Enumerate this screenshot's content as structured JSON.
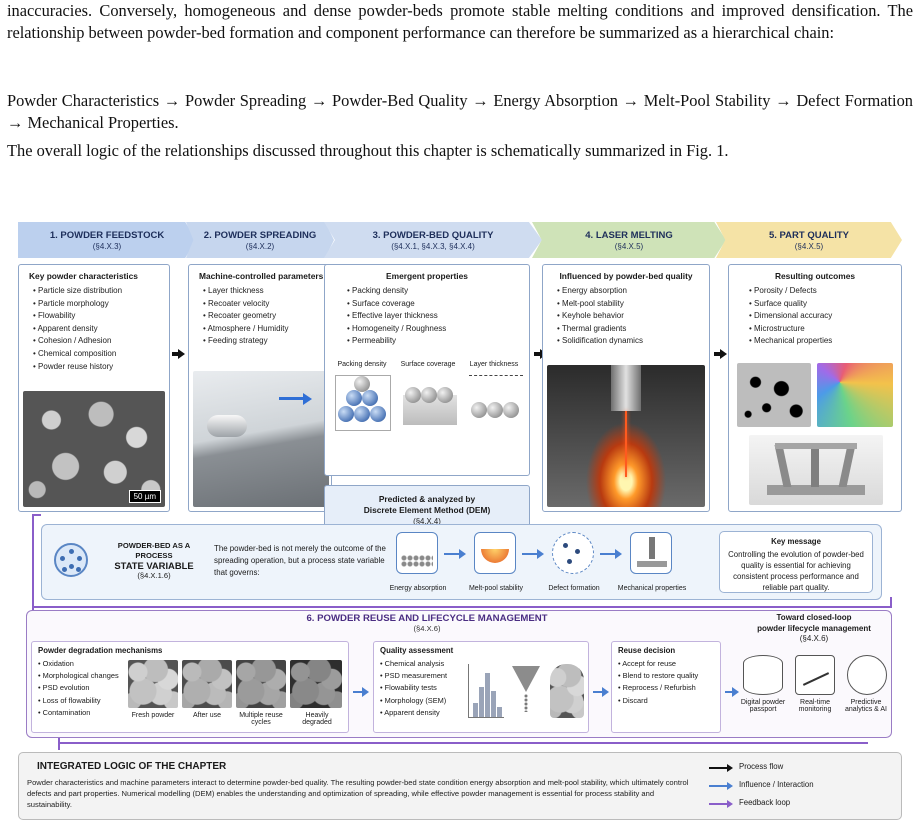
{
  "text": {
    "p1": "inaccuracies. Conversely, homogeneous and dense powder-beds promote stable melting conditions and improved densification. The relationship between powder-bed formation and component performance can therefore be summarized as a hierarchical chain:",
    "p2": "Powder Characteristics → Powder Spreading → Powder-Bed Quality → Energy Absorption → Melt-Pool Stability → Defect Formation → Mechanical Properties.",
    "p3": "The overall logic of the relationships discussed throughout this chapter is schematically summarized in Fig. 1."
  },
  "figure": {
    "stages": [
      {
        "title": "1. POWDER FEEDSTOCK",
        "ref": "(§4.X.3)",
        "color": "#bcd0ee"
      },
      {
        "title": "2. POWDER SPREADING",
        "ref": "(§4.X.2)",
        "color": "#c6d6ee"
      },
      {
        "title": "3. POWDER-BED QUALITY",
        "ref": "(§4.X.1, §4.X.3, §4.X.4)",
        "color": "#cfdcf0"
      },
      {
        "title": "4. LASER MELTING",
        "ref": "(§4.X.5)",
        "color": "#cfe3b8"
      },
      {
        "title": "5. PART QUALITY",
        "ref": "(§4.X.5)",
        "color": "#f5e3a6"
      }
    ],
    "feedstock": {
      "heading": "Key powder characteristics",
      "items": [
        "Particle size distribution",
        "Particle morphology",
        "Flowability",
        "Apparent density",
        "Cohesion / Adhesion",
        "Chemical composition",
        "Powder reuse history"
      ],
      "scale": "50 µm"
    },
    "spreading": {
      "heading": "Machine-controlled parameters",
      "items": [
        "Layer thickness",
        "Recoater velocity",
        "Recoater geometry",
        "Atmosphere / Humidity",
        "Feeding strategy"
      ]
    },
    "bed": {
      "heading": "Emergent properties",
      "items": [
        "Packing density",
        "Surface coverage",
        "Effective layer thickness",
        "Homogeneity / Roughness",
        "Permeability"
      ],
      "captions": [
        "Packing density",
        "Surface coverage",
        "Layer thickness"
      ]
    },
    "dem": {
      "line1": "Predicted & analyzed by",
      "line2": "Discrete Element Method (DEM)",
      "ref": "(§4.X.4)"
    },
    "melting": {
      "heading": "Influenced by powder-bed quality",
      "items": [
        "Energy absorption",
        "Melt-pool stability",
        "Keyhole behavior",
        "Thermal gradients",
        "Solidification dynamics"
      ]
    },
    "part": {
      "heading": "Resulting outcomes",
      "items": [
        "Porosity / Defects",
        "Surface quality",
        "Dimensional accuracy",
        "Microstructure",
        "Mechanical properties"
      ]
    },
    "state": {
      "title1": "POWDER-BED AS A",
      "title2": "PROCESS",
      "title3": "STATE VARIABLE",
      "ref": "(§4.X.1.6)",
      "text": "The powder-bed is not merely the outcome of the spreading operation, but a process state variable that governs:",
      "chips": [
        "Energy absorption",
        "Melt-pool stability",
        "Defect formation",
        "Mechanical properties"
      ],
      "key_title": "Key message",
      "key_text": "Controlling the evolution of powder-bed quality is essential for achieving consistent process performance and reliable part quality."
    },
    "lifecycle": {
      "title": "6. POWDER REUSE AND LIFECYCLE MANAGEMENT",
      "ref": "(§4.X.6)",
      "degradation_heading": "Powder degradation mechanisms",
      "degradation_items": [
        "Oxidation",
        "Morphological changes",
        "PSD evolution",
        "Loss of flowability",
        "Contamination"
      ],
      "degradation_captions": [
        "Fresh powder",
        "After use",
        "Multiple reuse cycles",
        "Heavily degraded"
      ],
      "quality_heading": "Quality assessment",
      "quality_items": [
        "Chemical analysis",
        "PSD measurement",
        "Flowability tests",
        "Morphology (SEM)",
        "Apparent density"
      ],
      "reuse_heading": "Reuse decision",
      "reuse_items": [
        "Accept for reuse",
        "Blend to restore quality",
        "Reprocess / Refurbish",
        "Discard"
      ],
      "closed_title1": "Toward closed-loop",
      "closed_title2": "powder lifecycle management",
      "closed_ref": "(§4.X.6)",
      "tools": [
        "Digital powder passport",
        "Real-time monitoring",
        "Predictive analytics & AI"
      ]
    },
    "logic": {
      "title": "INTEGRATED LOGIC OF THE CHAPTER",
      "text": "Powder characteristics and machine parameters interact to determine powder-bed quality. The resulting powder-bed state condition energy absorption and melt-pool stability, which ultimately control defects and part properties. Numerical modelling (DEM) enables the understanding and optimization of spreading, while effective powder management is essential for process stability and sustainability.",
      "legend": [
        {
          "label": "Process flow",
          "color": "#111111"
        },
        {
          "label": "Influence / Interaction",
          "color": "#4a7fd0"
        },
        {
          "label": "Feedback loop",
          "color": "#8a5ec9"
        }
      ]
    }
  }
}
